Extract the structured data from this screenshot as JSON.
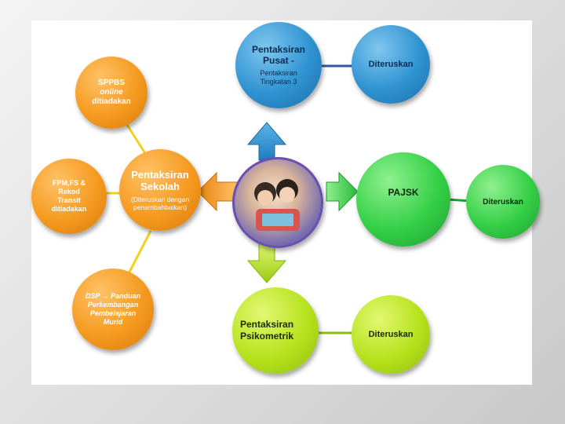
{
  "nodes": {
    "pusat": {
      "title": "Pentaksiran Pusat -",
      "sub": "Pentaksiran Tingkatan 3"
    },
    "pusat_status": "Diteruskan",
    "sppbs": {
      "line1": "SPPBS",
      "line2": "online",
      "line3": "ditiadakan"
    },
    "fpm": {
      "line1": "FPM,FS &",
      "line2": "Rekod",
      "line3": "Transit",
      "line4": "ditiadakan"
    },
    "sekolah": {
      "title": "Pentaksiran Sekolah",
      "sub": "(Diteruskan dengan penambahbaikan)"
    },
    "dsp": {
      "line1": "DSP → Panduan",
      "line2": "Perkembangan",
      "line3": "Pembelajaran",
      "line4": "Murid"
    },
    "pajsk": "PAJSK",
    "pajsk_status": "Diteruskan",
    "psikometrik": {
      "title": "Pentaksiran Psikometrik"
    },
    "psikometrik_status": "Diteruskan"
  },
  "colors": {
    "blue": "#2f93d2",
    "orange": "#f59a1f",
    "green": "#34cf46",
    "lime": "#b6e21c",
    "connector_yellow": "#f2d21e",
    "connector_blue": "#2c5aa0"
  },
  "photo": "center-photo-children-with-tablet"
}
